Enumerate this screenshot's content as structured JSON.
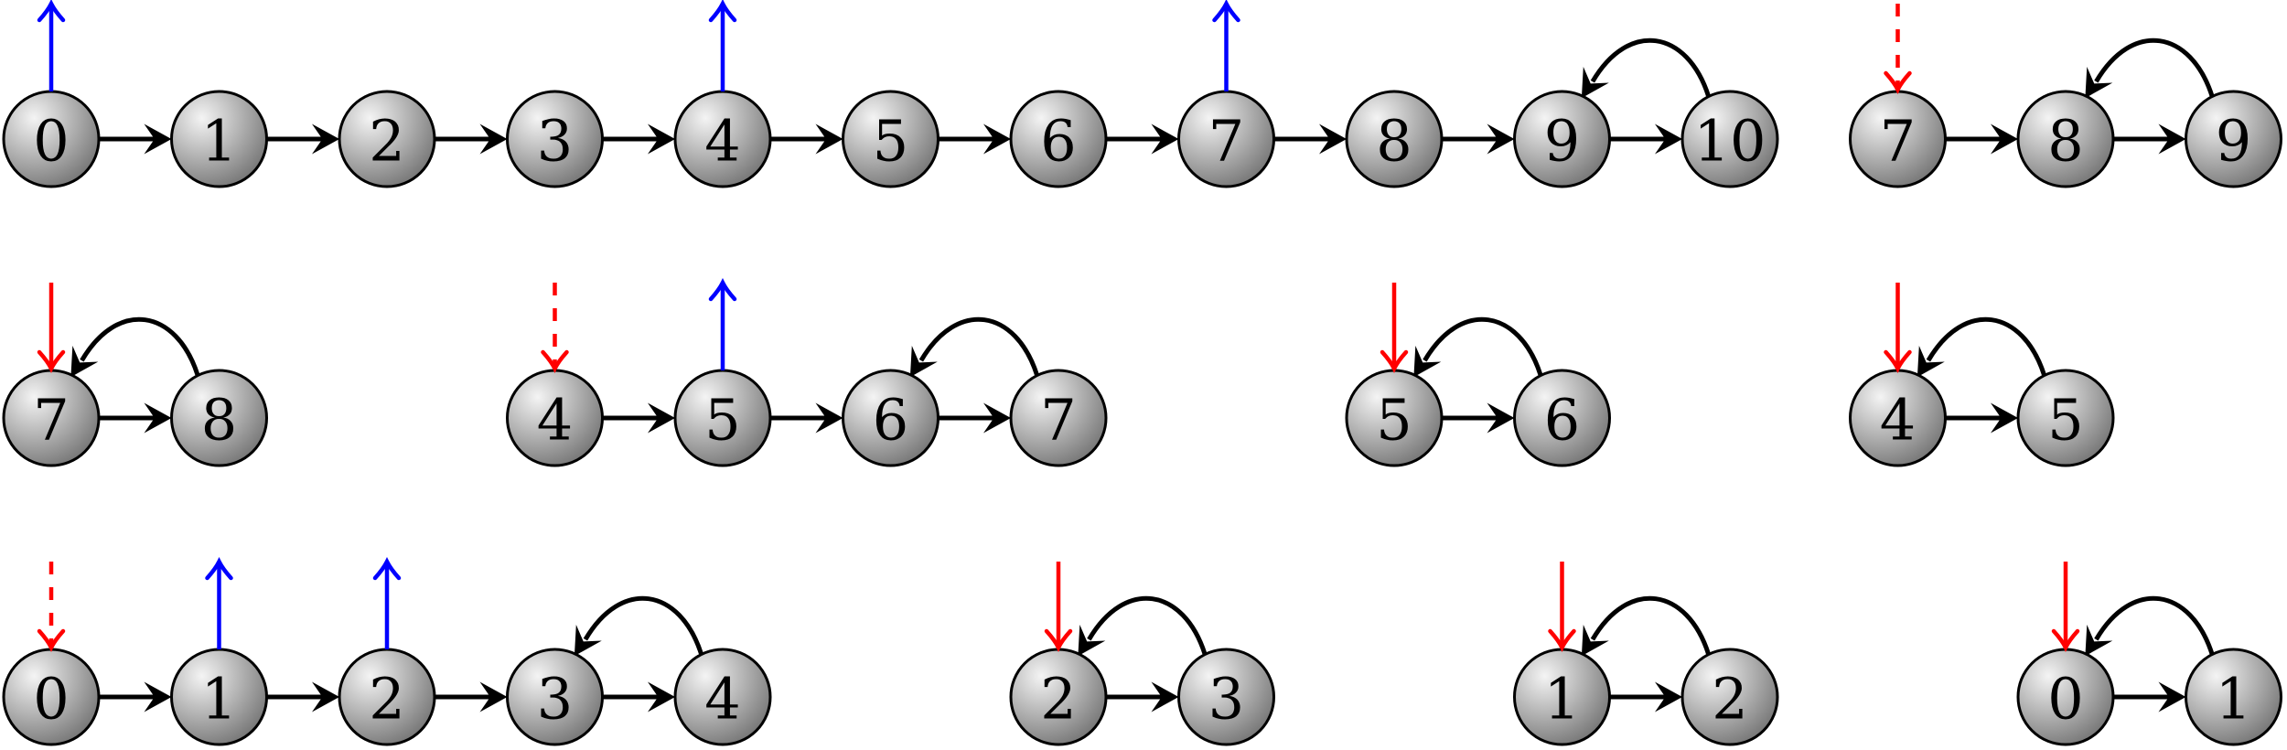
{
  "colors": {
    "node_fill_light": "#f4f4f4",
    "node_fill_dark": "#6c6c6c",
    "node_stroke": "#000000",
    "edge": "#000000",
    "marker_up": "#0000ff",
    "marker_down": "#ff0000"
  },
  "rows": [
    {
      "groups": [
        {
          "nodes": [
            "0",
            "1",
            "2",
            "3",
            "4",
            "5",
            "6",
            "7",
            "8",
            "9",
            "10"
          ],
          "markers": [
            {
              "node": 0,
              "kind": "up"
            },
            {
              "node": 4,
              "kind": "up"
            },
            {
              "node": 7,
              "kind": "up"
            }
          ],
          "back_edge": true
        },
        {
          "nodes": [
            "7",
            "8",
            "9"
          ],
          "markers": [
            {
              "node": 0,
              "kind": "down-dashed"
            }
          ],
          "back_edge": true
        }
      ]
    },
    {
      "groups": [
        {
          "nodes": [
            "7",
            "8"
          ],
          "markers": [
            {
              "node": 0,
              "kind": "down"
            }
          ],
          "back_edge": true
        },
        {
          "nodes": [
            "4",
            "5",
            "6",
            "7"
          ],
          "markers": [
            {
              "node": 0,
              "kind": "down-dashed"
            },
            {
              "node": 1,
              "kind": "up"
            }
          ],
          "back_edge": true
        },
        {
          "nodes": [
            "5",
            "6"
          ],
          "markers": [
            {
              "node": 0,
              "kind": "down"
            }
          ],
          "back_edge": true
        },
        {
          "nodes": [
            "4",
            "5"
          ],
          "markers": [
            {
              "node": 0,
              "kind": "down"
            }
          ],
          "back_edge": true
        }
      ]
    },
    {
      "groups": [
        {
          "nodes": [
            "0",
            "1",
            "2",
            "3",
            "4"
          ],
          "markers": [
            {
              "node": 0,
              "kind": "down-dashed"
            },
            {
              "node": 1,
              "kind": "up"
            },
            {
              "node": 2,
              "kind": "up"
            }
          ],
          "back_edge": true
        },
        {
          "nodes": [
            "2",
            "3"
          ],
          "markers": [
            {
              "node": 0,
              "kind": "down"
            }
          ],
          "back_edge": true
        },
        {
          "nodes": [
            "1",
            "2"
          ],
          "markers": [
            {
              "node": 0,
              "kind": "down"
            }
          ],
          "back_edge": true
        },
        {
          "nodes": [
            "0",
            "1"
          ],
          "markers": [
            {
              "node": 0,
              "kind": "down"
            }
          ],
          "back_edge": true
        }
      ]
    }
  ]
}
